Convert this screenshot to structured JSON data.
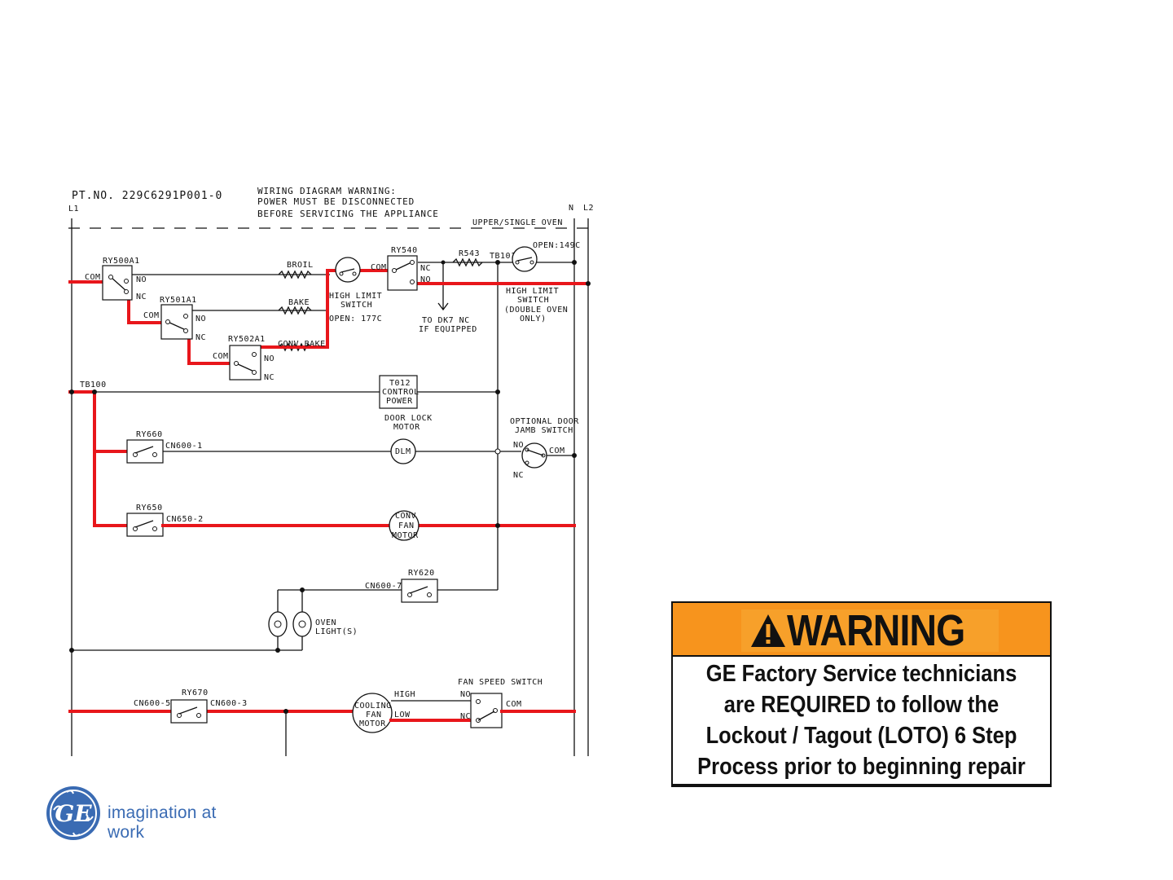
{
  "diagram": {
    "part_no": "PT.NO. 229C6291P001-0",
    "warning_lines": [
      "WIRING DIAGRAM WARNING:",
      "POWER MUST BE DISCONNECTED",
      "BEFORE SERVICING THE APPLIANCE"
    ],
    "line_labels": {
      "l1": "L1",
      "n": "N",
      "l2": "L2"
    },
    "section_label": "UPPER/SINGLE OVEN",
    "relays": {
      "ry500a1": "RY500A1",
      "ry501a1": "RY501A1",
      "ry502a1": "RY502A1",
      "ry540": "RY540",
      "ry660": "RY660",
      "ry650": "RY650",
      "ry620": "RY620",
      "ry670": "RY670"
    },
    "contacts": {
      "com": "COM",
      "no": "NO",
      "nc": "NC"
    },
    "elements": {
      "broil": "BROIL",
      "bake": "BAKE",
      "conv_bake": "CONV.BAKE",
      "r543": "R543",
      "tb101": "TB101"
    },
    "high_limit_1": [
      "HIGH LIMIT",
      "SWITCH",
      "OPEN: 177C"
    ],
    "open_149": "OPEN:149C",
    "high_limit_2": [
      "HIGH LIMIT",
      "SWITCH",
      "(DOUBLE OVEN",
      "ONLY)"
    ],
    "dk7": [
      "TO DK7 NC",
      "IF EQUIPPED"
    ],
    "tb100": "TB100",
    "t012": [
      "T012",
      "CONTROL",
      "POWER"
    ],
    "door_lock_motor": [
      "DOOR LOCK",
      "MOTOR"
    ],
    "dlm": "DLM",
    "door_jamb": [
      "OPTIONAL DOOR",
      "JAMB SWITCH"
    ],
    "connectors": {
      "cn600_1": "CN600-1",
      "cn650_2": "CN650-2",
      "cn600_7": "CN600-7",
      "cn600_5": "CN600-5",
      "cn600_3": "CN600-3"
    },
    "conv_fan_motor": [
      "CONV",
      "FAN",
      "MOTOR"
    ],
    "oven_lights": [
      "OVEN",
      "LIGHT(S)"
    ],
    "fan_speed_switch": "FAN SPEED SWITCH",
    "cooling_fan_motor": [
      "COOLING",
      "FAN",
      "MOTOR"
    ],
    "speeds": {
      "high": "HIGH",
      "low": "LOW"
    },
    "colors": {
      "wire": "#111111",
      "highlight": "#e8161b"
    }
  },
  "warning": {
    "heading": "WARNING",
    "text": "GE Factory Service technicians are REQUIRED to follow the Lockout / Tagout (LOTO) 6 Step Process prior to beginning repair",
    "colors": {
      "header": "#f7941d",
      "text": "#111111"
    }
  },
  "logo": {
    "monogram": "GE",
    "tagline": "imagination at work",
    "color": "#3a6bb3"
  }
}
